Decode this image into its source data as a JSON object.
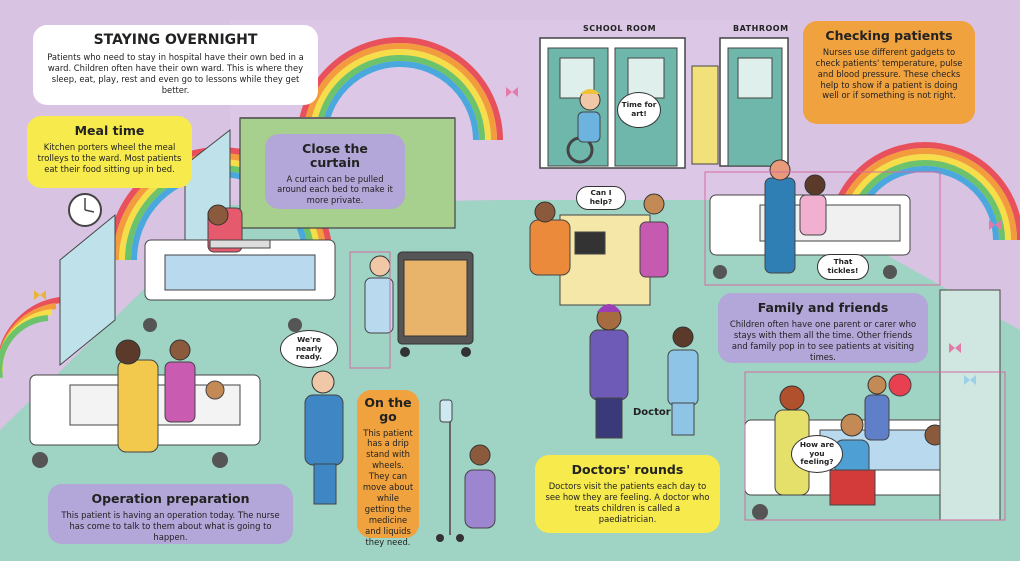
{
  "header": {
    "title": "STAYING OVERNIGHT",
    "text": "Patients who need to stay in hospital have their own bed in a ward. Children often have their own ward. This is where they sleep, eat, play, rest and even go to lessons while they get better."
  },
  "signs": {
    "school_room": "SCHOOL ROOM",
    "bathroom": "BATHROOM"
  },
  "boxes": {
    "meal_time": {
      "title": "Meal time",
      "text": "Kitchen porters wheel the meal trolleys to the ward. Most patients eat their food sitting up in bed."
    },
    "close_curtain": {
      "title": "Close the curtain",
      "text": "A curtain can be pulled around each bed to make it more private."
    },
    "checking_patients": {
      "title": "Checking patients",
      "text": "Nurses use different gadgets to check patients' temperature, pulse and blood pressure. These checks help to show if a patient is doing well or if something is not right."
    },
    "family_friends": {
      "title": "Family and friends",
      "text": "Children often have one parent or carer who stays with them all the time. Other friends and family pop in to see patients at visiting times."
    },
    "on_the_go": {
      "title": "On the go",
      "text": "This patient has a drip stand with wheels. They can move about while getting the medicine and liquids they need."
    },
    "operation_prep": {
      "title": "Operation preparation",
      "text": "This patient is having an operation today. The nurse has come to talk to them about what is going to happen."
    },
    "doctors_rounds": {
      "title": "Doctors' rounds",
      "text": "Doctors visit the patients each day to see how they are feeling. A doctor who treats children is called a paediatrician."
    }
  },
  "speech": {
    "time_for_art": "Time for art!",
    "can_i_help": "Can I help?",
    "that_tickles": "That tickles!",
    "nearly_ready": "We're nearly ready.",
    "how_feeling": "How are you feeling?"
  },
  "doctor_label": "Doctor",
  "colors": {
    "wall": "#d9c3e3",
    "floor": "#9fd3c4",
    "yellow_box": "#f6ea4c",
    "purple_box": "#b3a6d8",
    "orange_box": "#f0a23f"
  }
}
